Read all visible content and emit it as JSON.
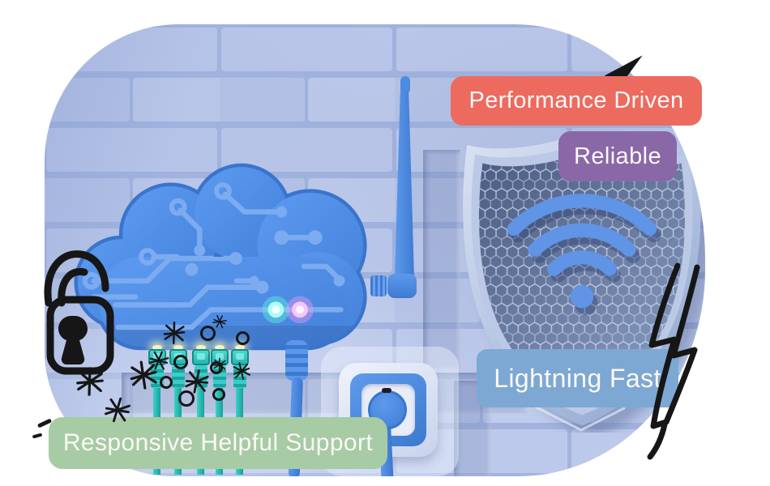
{
  "page": {
    "background": "#FFFFFF"
  },
  "badges": {
    "text_color": "#FCF8F6",
    "performance": {
      "label": "Performance Driven",
      "color": "#ED6A5F"
    },
    "reliable": {
      "label": "Reliable",
      "color": "#8A68A8"
    },
    "fast": {
      "label": "Lightning Fast",
      "color": "#7DA8D3"
    },
    "support": {
      "label": "Responsive Helpful Support",
      "color": "#A7CBA4"
    }
  },
  "illustration": {
    "description": "3D cloud router with circuit traces mounted on a light blue brick wall, blue antenna, five teal ethernet cables, blue power cords into a wall outlet, and a hexagonal-mesh shield bearing a wifi symbol; hand-drawn black doodles (padlock, sparkles, rings, lightning bolt)",
    "wall_color": "#B9C6E9",
    "mortar_color": "#A2B4DE",
    "device_blue": "#4C8CE2",
    "trace_blue": "#7CABF0",
    "cable_teal": "#2FC7C0",
    "wifi_blue": "#5F94E6",
    "mesh_color": "#56658A",
    "led_colors": [
      "#54EBD9",
      "#DD9BEA"
    ],
    "ethernet_cable_count": 5,
    "doodle_color": "#161616",
    "icons": [
      "wifi-icon",
      "shield-icon",
      "cloud-router-icon",
      "antenna-icon",
      "power-outlet-icon",
      "padlock-doodle-icon",
      "lightning-doodle-icon",
      "sparkle-doodle-icon"
    ]
  }
}
